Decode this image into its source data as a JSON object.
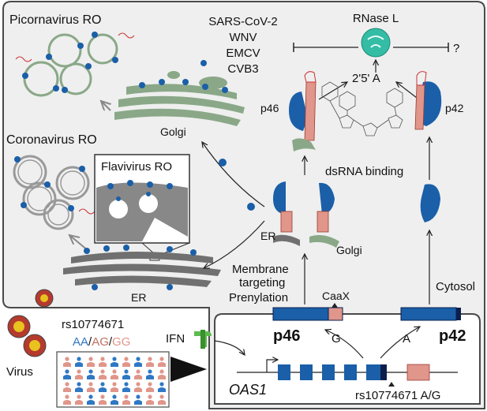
{
  "colors": {
    "cell_bg": "#efefef",
    "nucleus_bg": "#ffffff",
    "border": "#4a4a4a",
    "oas_blue": "#1a5fa8",
    "oas_dark": "#0b1f4d",
    "pink": "#e0968a",
    "ro_green": "#8aa888",
    "er_gray": "#707070",
    "rnase_teal": "#35bca5",
    "virus_red": "#b53a2e",
    "virus_yellow": "#e8c21e",
    "ifn_green": "#5dbb4d",
    "genotype_aa": "#2f78c4",
    "genotype_gg": "#e0968a"
  },
  "labels": {
    "picornavirus_ro": "Picornavirus RO",
    "coronavirus_ro": "Coronavirus RO",
    "flavivirus_ro": "Flavivirus RO",
    "golgi": "Golgi",
    "er": "ER",
    "viruses": [
      "SARS-CoV-2",
      "WNV",
      "EMCV",
      "CVB3"
    ],
    "rnase_l": "RNase L",
    "question_mark": "?",
    "two_five_a": "2'5' A",
    "p46_small": "p46",
    "p42_small": "p42",
    "dsrna_binding": "dsRNA binding",
    "er_small": "ER",
    "golgi_small": "Golgi",
    "membrane_targeting_1": "Membrane",
    "membrane_targeting_2": "targeting",
    "prenylation": "Prenylation",
    "cytosol": "Cytosol",
    "caax": "CaaX",
    "p46_big": "p46",
    "p42_big": "p42",
    "splice_g": "G",
    "splice_a": "A",
    "oas1": "OAS1",
    "snp": "rs10774671 A/G",
    "ifn": "IFN",
    "virus": "Virus",
    "rs_id": "rs10774671",
    "genotype_aa": "AA",
    "genotype_ag": "AG",
    "genotype_gg": "GG",
    "genotype_sep": "/"
  }
}
